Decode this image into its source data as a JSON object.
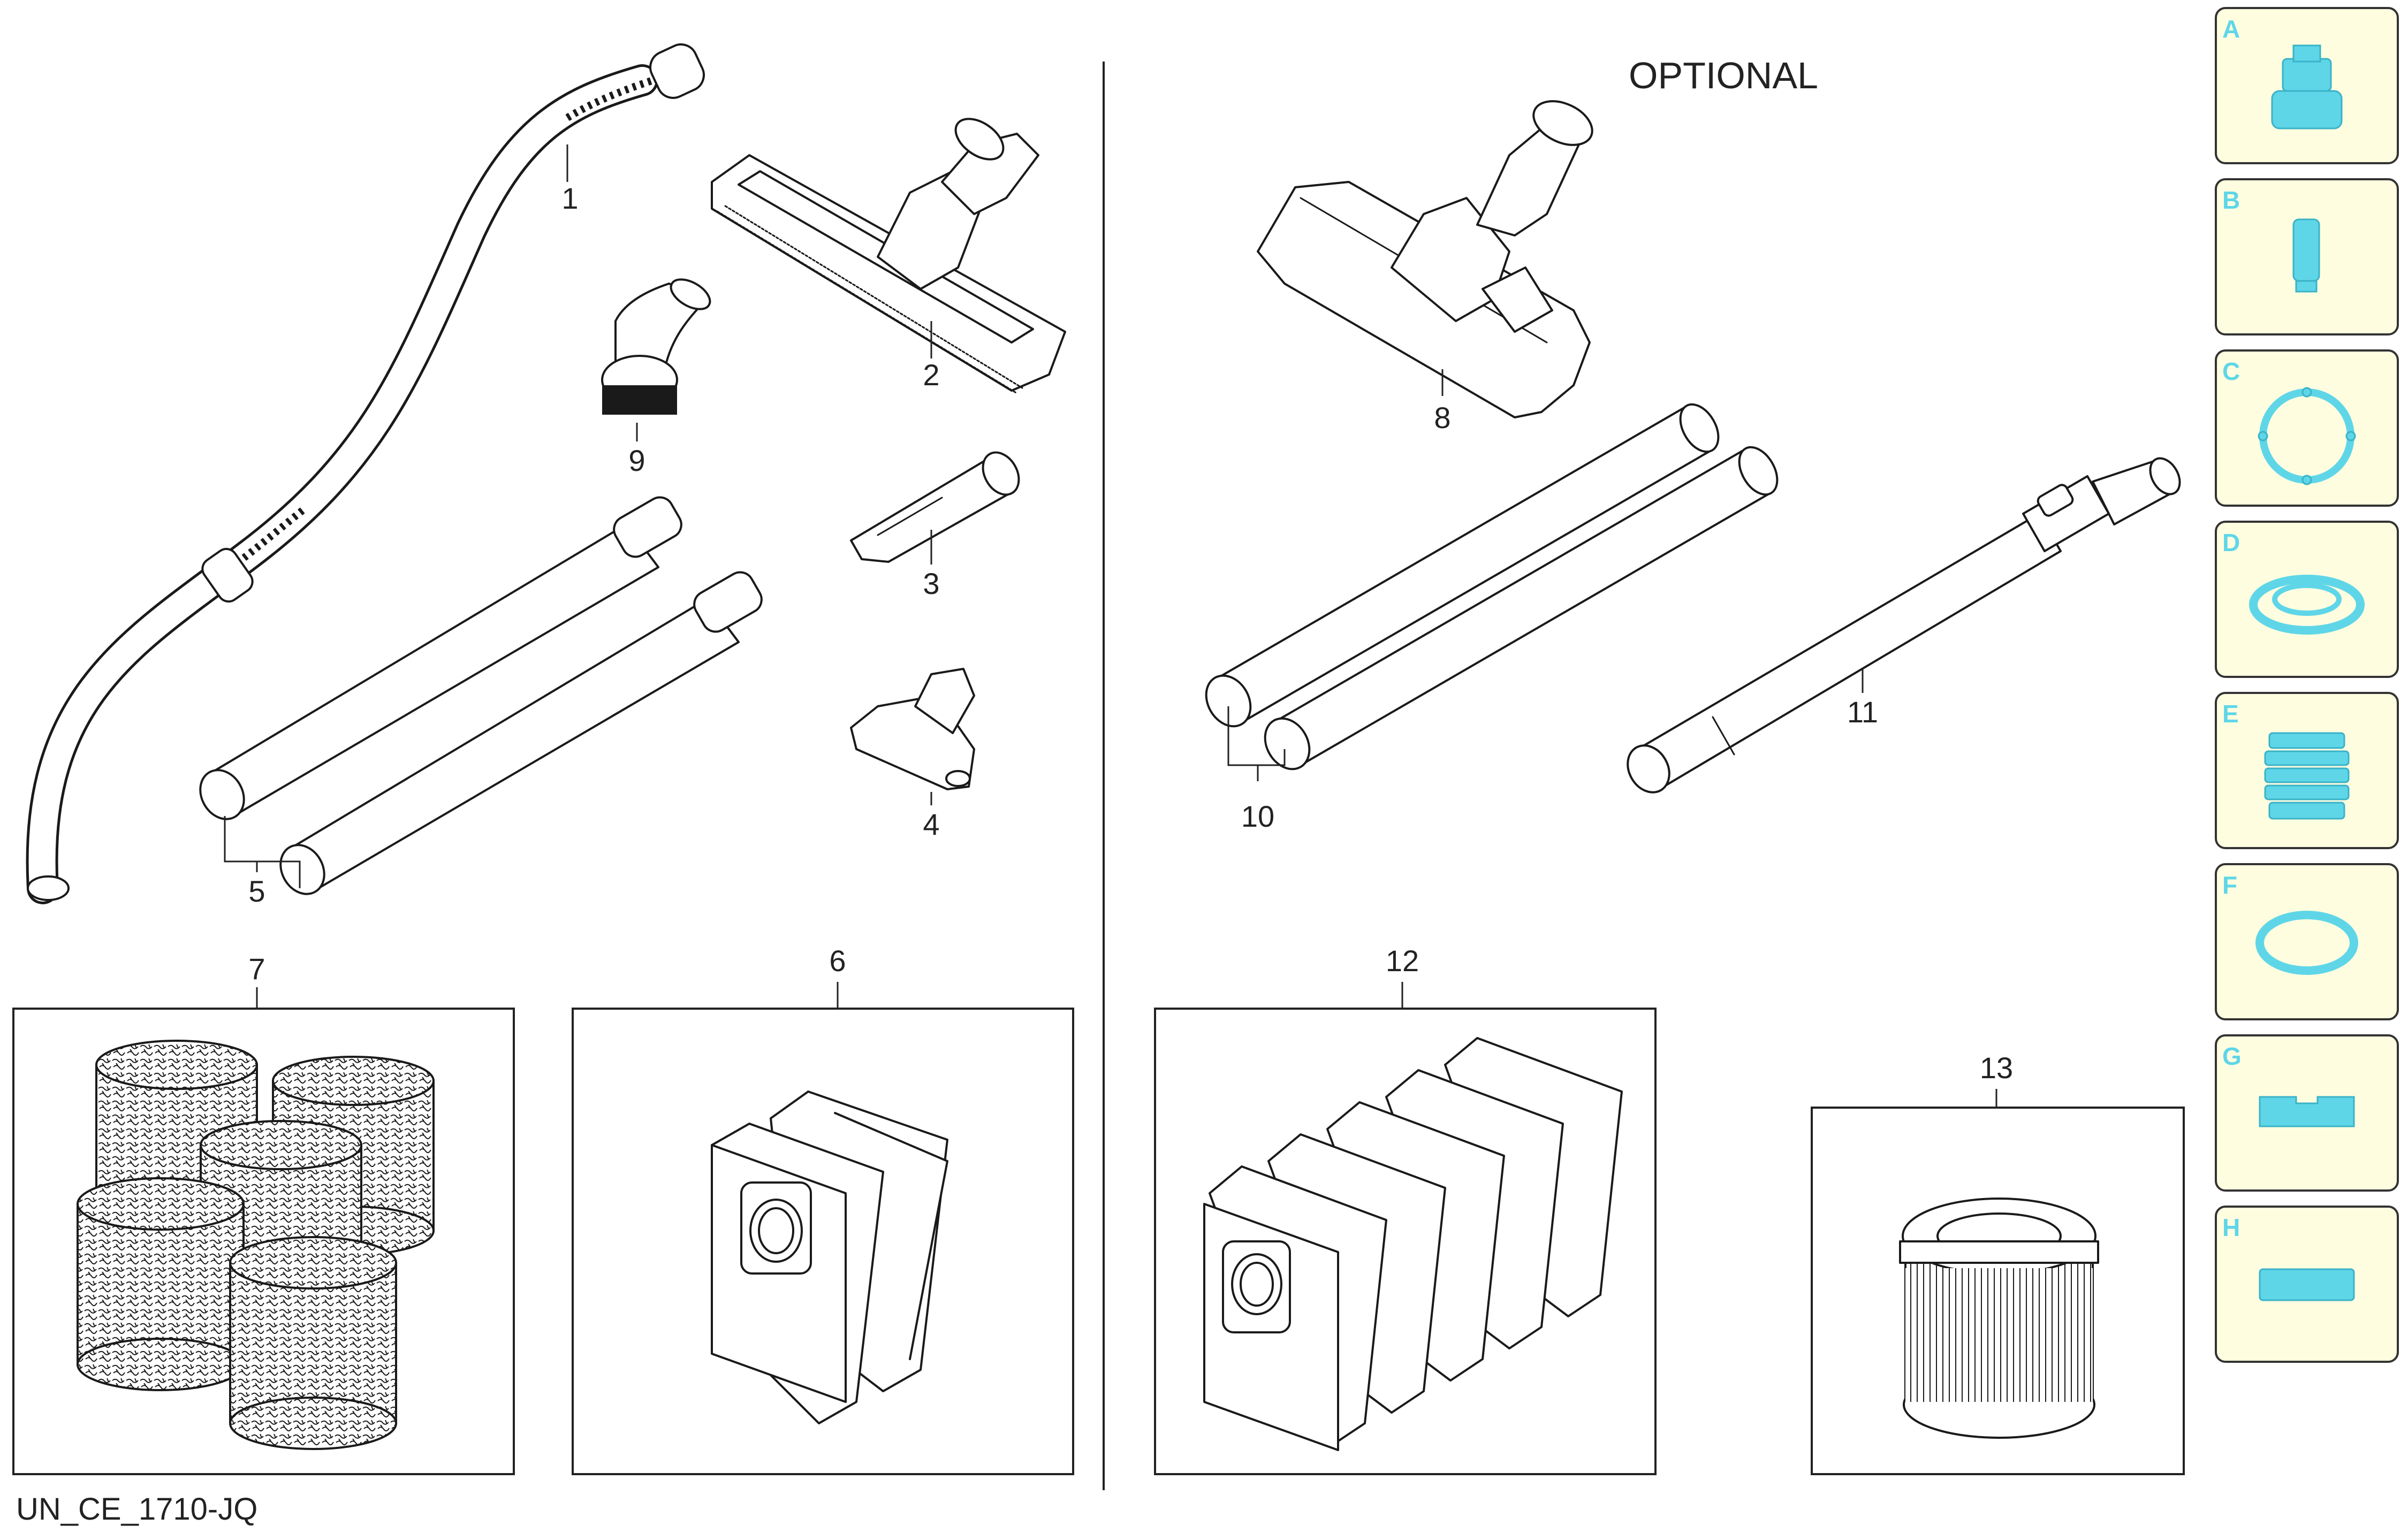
{
  "section_label": "OPTIONAL",
  "drawing_code": "UN_CE_1710-JQ",
  "callouts": {
    "n1": "1",
    "n2": "2",
    "n3": "3",
    "n4": "4",
    "n5": "5",
    "n6": "6",
    "n7": "7",
    "n8": "8",
    "n9": "9",
    "n10": "10",
    "n11": "11",
    "n12": "12",
    "n13": "13"
  },
  "side_tabs": [
    {
      "letter": "A",
      "icon": "collar-adapter-icon"
    },
    {
      "letter": "B",
      "icon": "connector-sleeve-icon"
    },
    {
      "letter": "C",
      "icon": "ring-clip-icon"
    },
    {
      "letter": "D",
      "icon": "gasket-ring-icon"
    },
    {
      "letter": "E",
      "icon": "ribbed-coupling-icon"
    },
    {
      "letter": "F",
      "icon": "oval-seal-icon"
    },
    {
      "letter": "G",
      "icon": "flat-strip-notched-icon"
    },
    {
      "letter": "H",
      "icon": "flat-strip-icon"
    }
  ],
  "colors": {
    "tab_fill": "#fffde0",
    "tab_accent": "#5fd6e8",
    "line": "#1a1a1a"
  }
}
